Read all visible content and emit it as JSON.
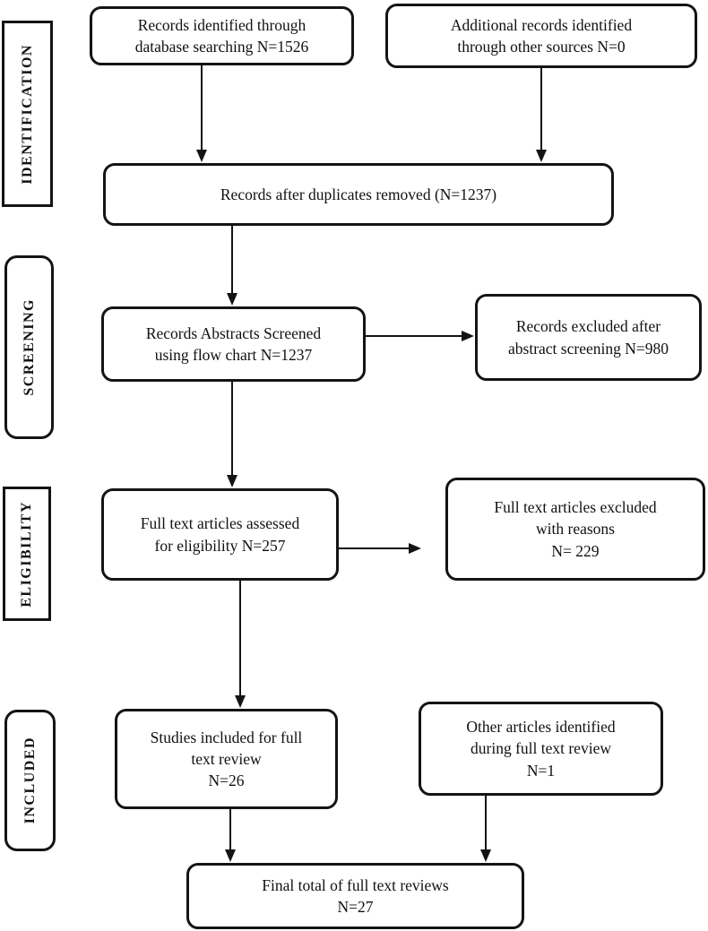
{
  "stages": [
    {
      "label": "IDENTIFICATION"
    },
    {
      "label": "SCREENING"
    },
    {
      "label": "ELIGIBILITY"
    },
    {
      "label": "INCLUDED"
    }
  ],
  "boxes": {
    "records_identified": "Records identified through\ndatabase searching N=1526",
    "additional_records": "Additional records identified\nthrough other sources N=0",
    "duplicates_removed": "Records after duplicates removed (N=1237)",
    "abstracts_screened": "Records Abstracts Screened\nusing flow chart N=1237",
    "abstract_excluded": "Records excluded after\nabstract screening N=980",
    "fulltext_assessed": "Full text articles assessed\nfor eligibility N=257",
    "fulltext_excluded": "Full text articles excluded\nwith reasons\nN= 229",
    "studies_included": "Studies included for full\ntext review\nN=26",
    "other_articles": "Other articles identified\nduring full text review\nN=1",
    "final_total": "Final total of full text reviews\nN=27"
  },
  "colors": {
    "line": "#141414",
    "text": "#111111",
    "background": "#ffffff"
  }
}
